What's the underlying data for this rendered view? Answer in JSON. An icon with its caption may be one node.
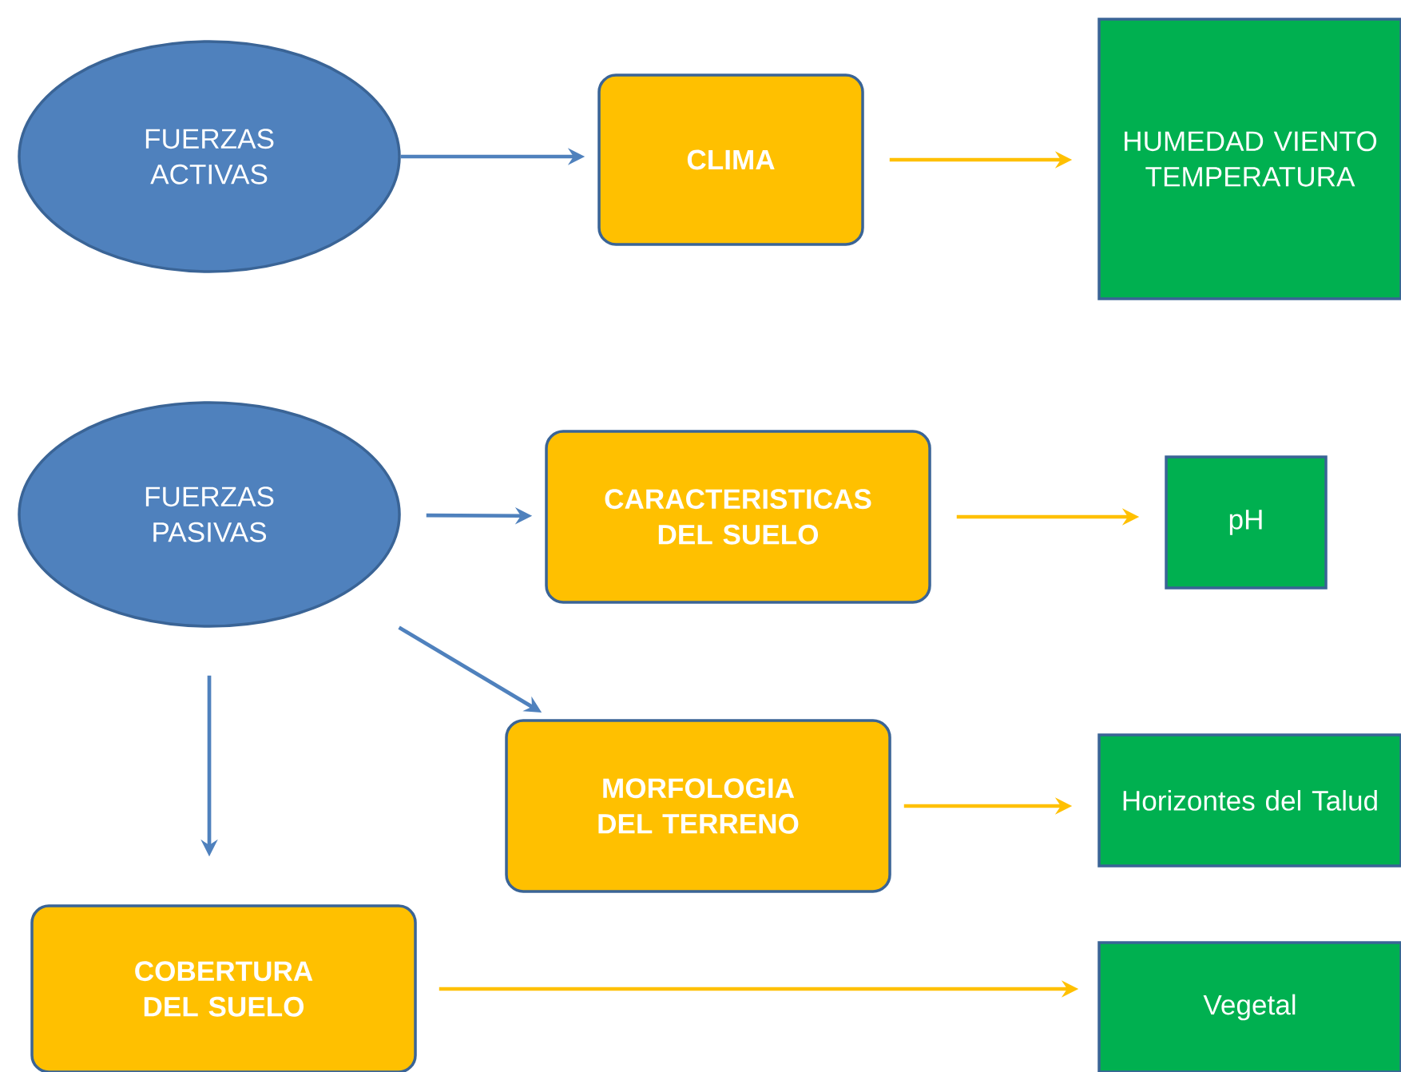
{
  "diagram": {
    "nodes": [
      {
        "text": [
          "FUERZAS ACTIVAS"
        ]
      },
      {
        "text": [
          "CLIMA"
        ]
      },
      {
        "text": [
          "HUMEDAD VIENTO TEMPERATURA"
        ]
      },
      {
        "text": [
          "FUERZAS PASIVAS"
        ]
      },
      {
        "text": [
          "CARACTERISTICAS DEL SUELO"
        ]
      },
      {
        "text": [
          "pH"
        ]
      },
      {
        "text": [
          "MORFOLOGIA DEL TERRENO"
        ]
      },
      {
        "text": [
          "Horizontes del Talud"
        ]
      },
      {
        "text": [
          "COBERTURA DEL SUELO"
        ]
      },
      {
        "text": [
          "Vegetal"
        ]
      }
    ],
    "edges": [
      {
        "from": 0,
        "to": 1,
        "arrow": "to",
        "color": "#4f81bd"
      },
      {
        "from": 1,
        "to": 2,
        "arrow": "to",
        "color": "#ffc000"
      },
      {
        "from": 3,
        "to": 4,
        "arrow": "to",
        "color": "#4f81bd"
      },
      {
        "from": 4,
        "to": 5,
        "arrow": "to",
        "color": "#ffc000"
      },
      {
        "from": 3,
        "to": 6,
        "arrow": "to",
        "color": "#4f81bd"
      },
      {
        "from": 3,
        "to": 8,
        "arrow": "to",
        "color": "#4f81bd"
      },
      {
        "from": 6,
        "to": 7,
        "arrow": "to",
        "color": "#ffc000"
      },
      {
        "from": 8,
        "to": 9,
        "arrow": "to",
        "color": "#ffc000"
      }
    ]
  }
}
